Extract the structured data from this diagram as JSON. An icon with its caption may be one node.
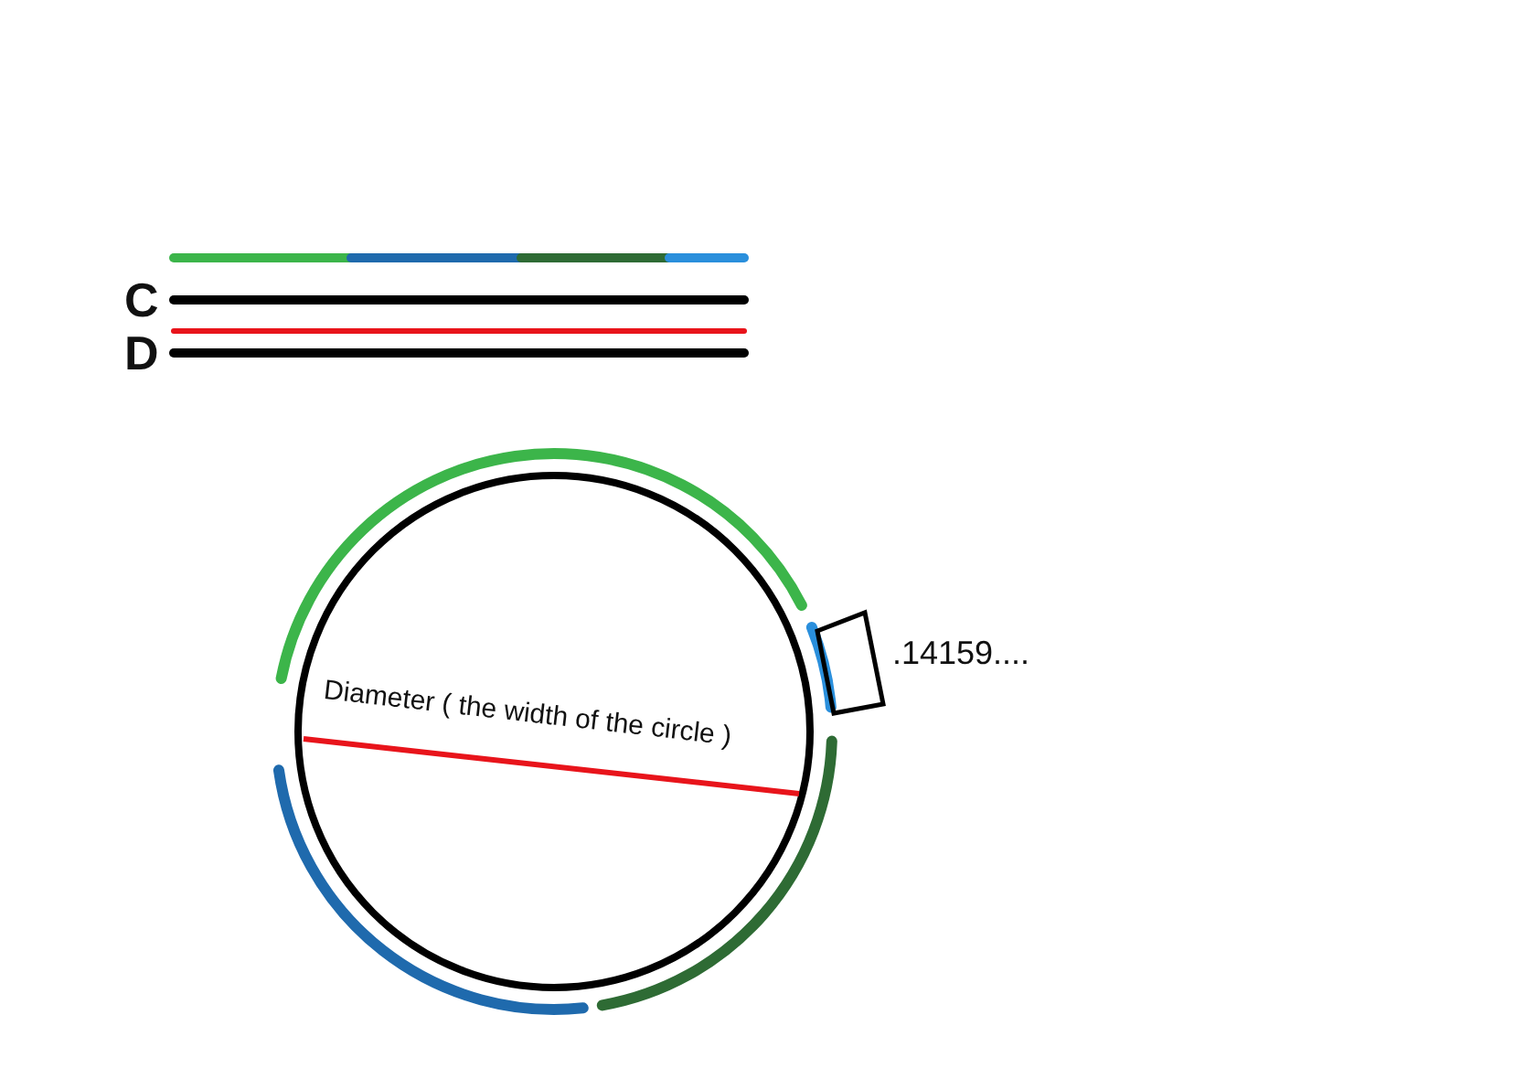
{
  "diagram": {
    "labels": [
      "C",
      "D",
      "Diameter ( the width of the circle )",
      ".14159...."
    ]
  }
}
